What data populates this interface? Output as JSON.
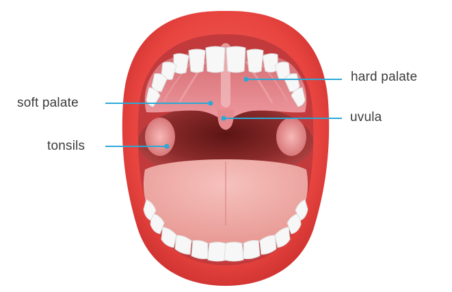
{
  "diagram": {
    "labels": {
      "hard_palate": "hard palate",
      "soft_palate": "soft palate",
      "uvula": "uvula",
      "tonsils": "tonsils"
    },
    "colors": {
      "leader_line": "#29a9d6",
      "lips": "#e8443f",
      "lips_shadow": "#c42d2c",
      "palate": "#e98b8f",
      "throat": "#8a2a2a",
      "tongue": "#f3b0ac",
      "teeth": "#f7f7f7"
    }
  }
}
